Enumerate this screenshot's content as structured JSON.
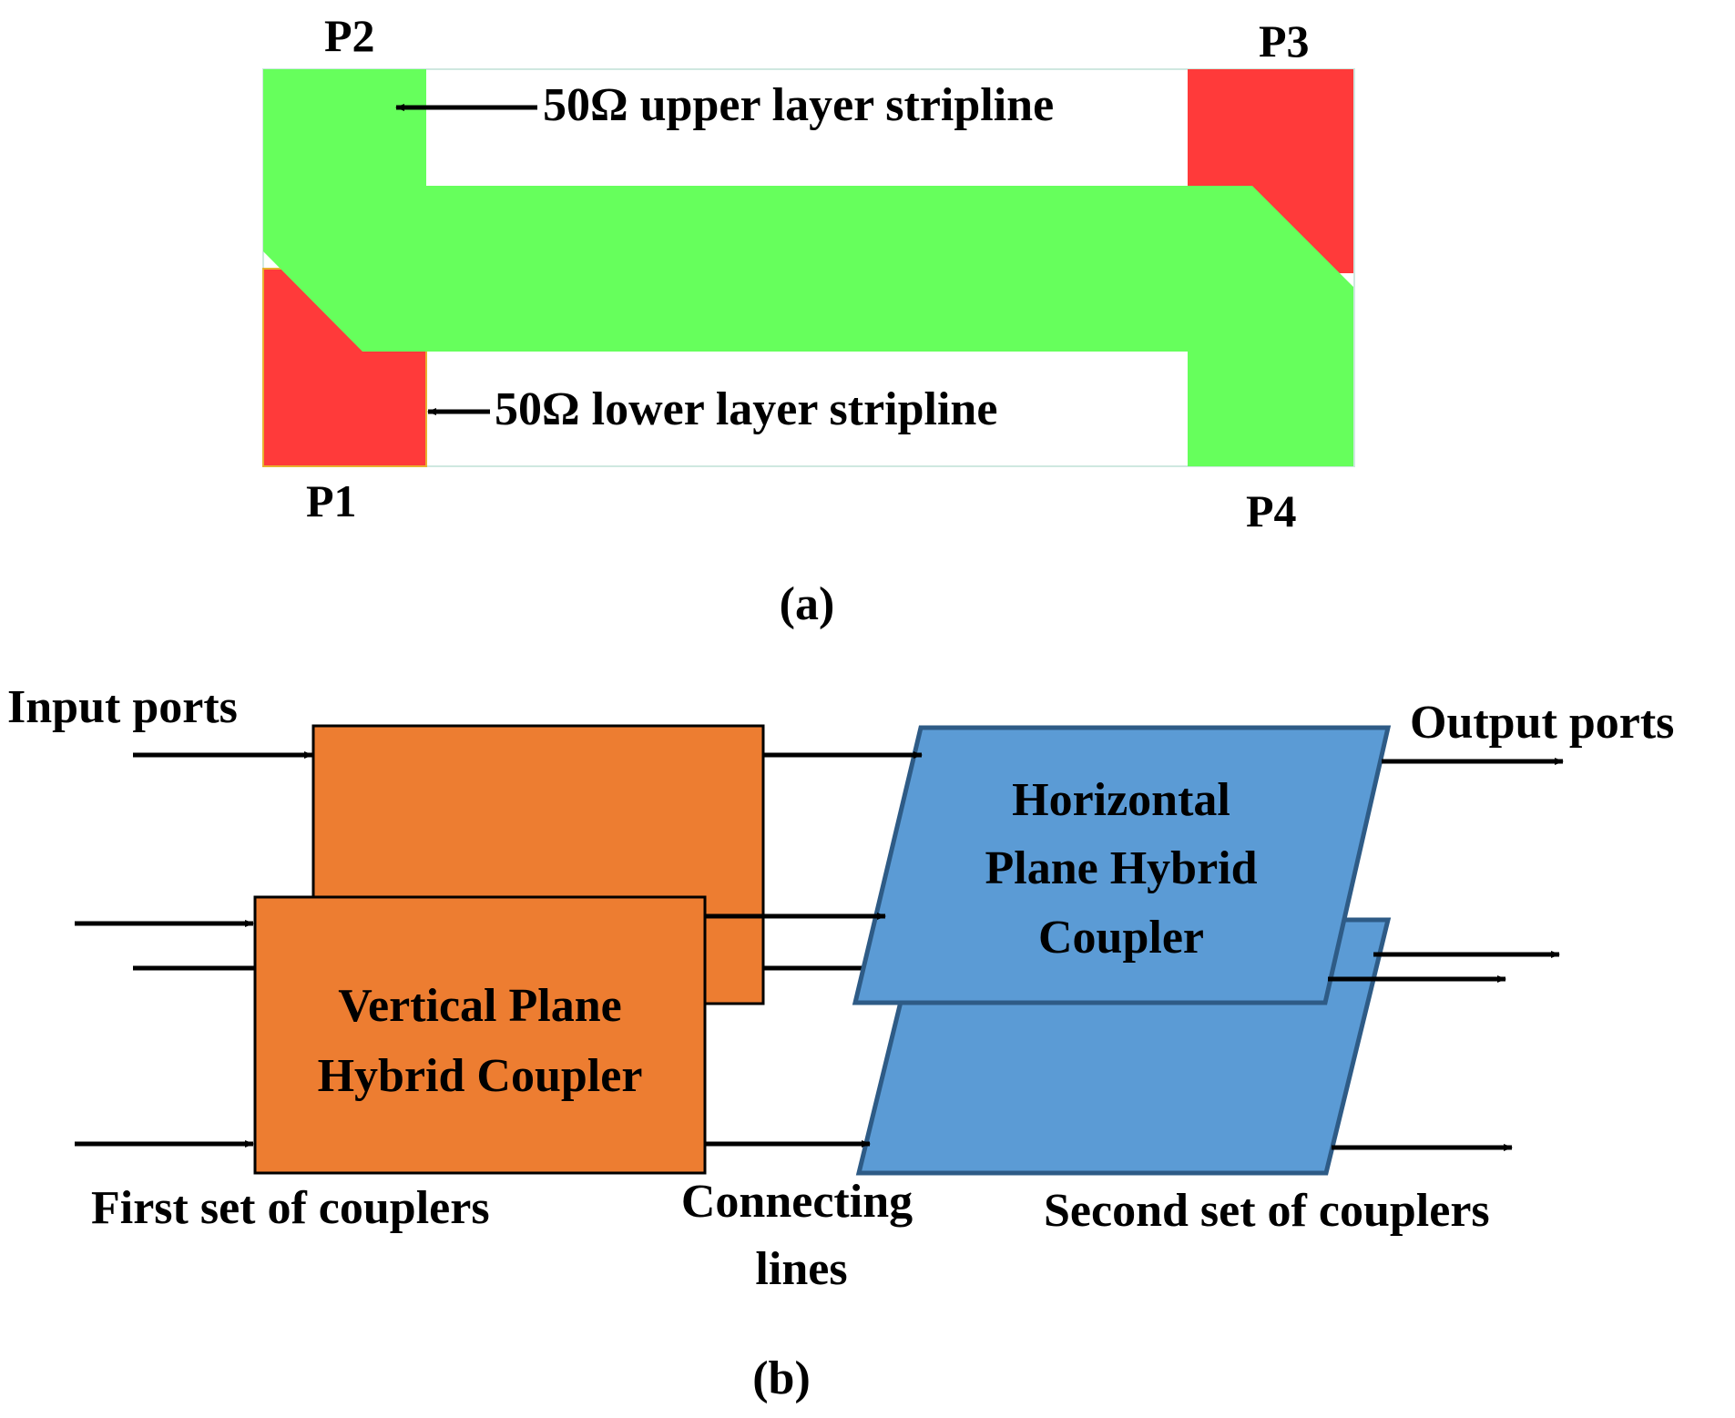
{
  "panel_a": {
    "ports": {
      "p1": "P1",
      "p2": "P2",
      "p3": "P3",
      "p4": "P4"
    },
    "upper_label": "50Ω upper layer stripline",
    "lower_label": "50Ω lower layer stripline",
    "caption": "(a)",
    "colors": {
      "upper": "#66ff5c",
      "lower": "#ff3a3a"
    }
  },
  "panel_b": {
    "input_ports": "Input ports",
    "output_ports": "Output ports",
    "vertical_coupler": [
      "Vertical Plane",
      "Hybrid Coupler"
    ],
    "horizontal_coupler": [
      "Horizontal",
      "Plane Hybrid",
      "Coupler"
    ],
    "first_set": "First set of couplers",
    "connecting_lines": [
      "Connecting",
      "lines"
    ],
    "second_set": "Second set of couplers",
    "caption": "(b)",
    "colors": {
      "orange": "#ed7d31",
      "blue": "#5b9bd5",
      "blue_edge": "#2e5b86"
    }
  }
}
